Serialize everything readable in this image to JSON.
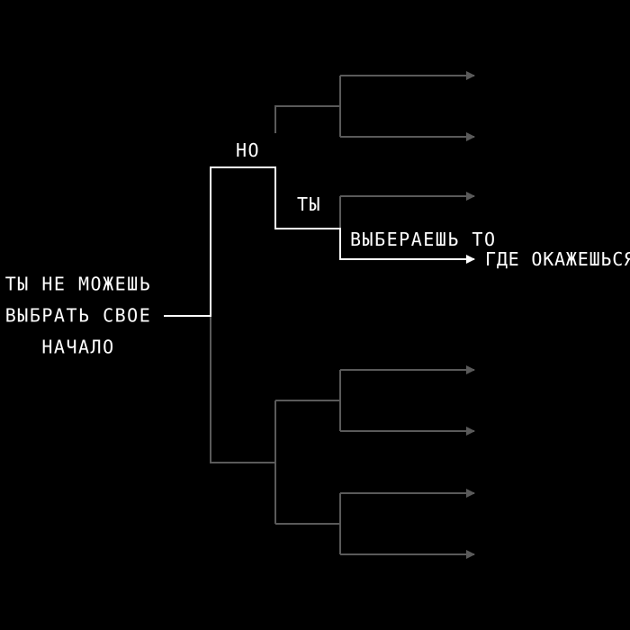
{
  "colors": {
    "background": "#000000",
    "active_path": "#ffffff",
    "inactive_path": "#5a5a5a"
  },
  "labels": {
    "start_line1": "ТЫ НЕ МОЖЕШЬ",
    "start_line2": "ВЫБРАТЬ СВОЕ",
    "start_line3": "НАЧАЛО",
    "but": "НО",
    "you": "ТЫ",
    "choose": "ВЫБЕРАЕШЬ ТО",
    "end": "ГДЕ ОКАЖЕШЬСЯ"
  }
}
